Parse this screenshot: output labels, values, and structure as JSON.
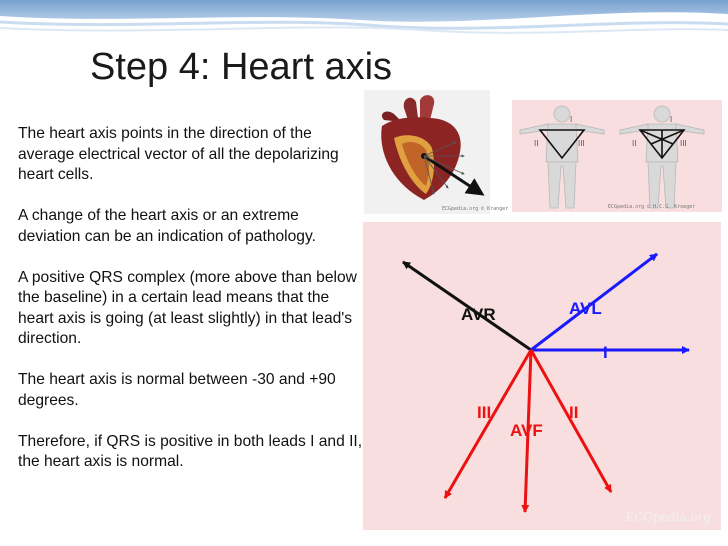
{
  "slide": {
    "title": "Step 4: Heart axis",
    "paragraphs": [
      "The heart axis points in the direction of the average electrical vector of all the depolarizing heart cells.",
      "A change of the heart axis or an extreme deviation can be an indication of pathology.",
      "A positive QRS complex (more above than below the baseline) in a certain lead means that the heart axis is going (at least slightly) in that lead's direction.",
      "The heart axis is normal between -30 and +90 degrees.",
      "Therefore, if QRS is positive in both leads I and II, the heart axis is normal."
    ]
  },
  "heart_image": {
    "credit": "ECGpedia.org © Kranger"
  },
  "leads_image": {
    "labels": [
      "I",
      "II",
      "III",
      "I",
      "II",
      "III"
    ],
    "credit": "ECGpedia.org © H.C.G. Kroeger"
  },
  "axis_diagram": {
    "labels": {
      "avr": "AVR",
      "avl": "AVL",
      "i": "I",
      "iii": "III",
      "avf": "AVF",
      "ii": "II"
    },
    "credit": "ECGpedia.org",
    "colors": {
      "avr": "#111111",
      "limb_blue": "#1a1aff",
      "limb_red": "#ee1111",
      "background": "#f8dede"
    }
  }
}
